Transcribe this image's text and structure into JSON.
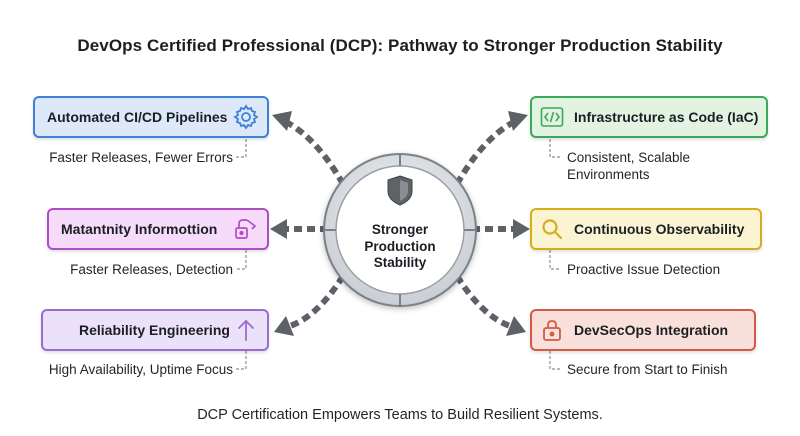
{
  "title": "DevOps Certified Professional (DCP): Pathway to Stronger Production Stability",
  "center": {
    "lines": [
      "Stronger",
      "Production",
      "Stability"
    ],
    "icon": "shield-icon"
  },
  "left_items": [
    {
      "label": "Automated CI/CD Pipelines",
      "icon": "gear-icon",
      "caption": [
        "Faster Releases, Fewer Errors"
      ],
      "color": "#3f80d8",
      "fill": "#dde9f8"
    },
    {
      "label": "Matantnity Informottion",
      "icon": "lock-broken-icon",
      "caption": [
        "Faster Releases, Detection"
      ],
      "color": "#b14dc4",
      "fill": "#f6dcfa"
    },
    {
      "label": "Reliability Engineering",
      "icon": "arrow-up-icon",
      "caption": [
        "High Availability, Uptime Focus"
      ],
      "color": "#9a6cd0",
      "fill": "#ebe1f8"
    }
  ],
  "right_items": [
    {
      "label": "Infrastructure as Code (IaC)",
      "icon": "code-icon",
      "caption": [
        "Consistent, Scalable",
        "Environments"
      ],
      "color": "#3ea85a",
      "fill": "#e2f3e2"
    },
    {
      "label": "Continuous Observability",
      "icon": "magnifier-icon",
      "caption": [
        "Proactive Issue Detection"
      ],
      "color": "#d6ae1c",
      "fill": "#fbf4d2"
    },
    {
      "label": "DevSecOps Integration",
      "icon": "lock-icon",
      "caption": [
        "Secure from Start to Finish"
      ],
      "color": "#d35a45",
      "fill": "#fae0da"
    }
  ],
  "footer": "DCP Certification Empowers Teams to Build Resilient Systems."
}
